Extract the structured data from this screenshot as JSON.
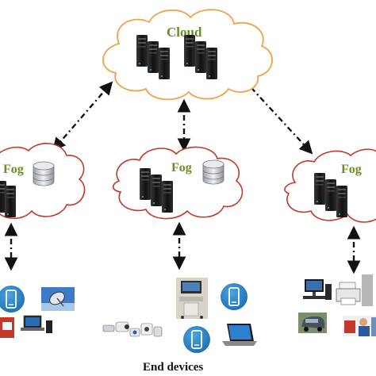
{
  "title": "",
  "colors": {
    "cloud_outline": "#f0a24a",
    "fog_outline": "#c0392b",
    "label_green": "#6b8e23",
    "link": "#111111",
    "server": "#1b1b1b"
  },
  "nodes": {
    "cloud": {
      "label": "Cloud",
      "icon": "server-rack-icon"
    },
    "fogs": [
      {
        "label": "Fog",
        "icons": [
          "server-rack-icon",
          "database-icon"
        ]
      },
      {
        "label": "Fog",
        "icons": [
          "server-rack-icon",
          "database-icon"
        ]
      },
      {
        "label": "Fog",
        "icons": [
          "server-rack-icon"
        ]
      }
    ]
  },
  "device_groups": [
    {
      "icons": [
        "smartphone-icon",
        "satellite-dish-icon",
        "camera-icon",
        "laptop-icon"
      ]
    },
    {
      "icons": [
        "medical-cart-icon",
        "smartphone-icon",
        "cctv-cameras-icon",
        "smartphone-icon",
        "laptop-icon"
      ]
    },
    {
      "icons": [
        "desktop-pc-icon",
        "printer-icon",
        "car-icon",
        "worker-icon"
      ]
    }
  ],
  "footer": {
    "caption": "End devices"
  }
}
